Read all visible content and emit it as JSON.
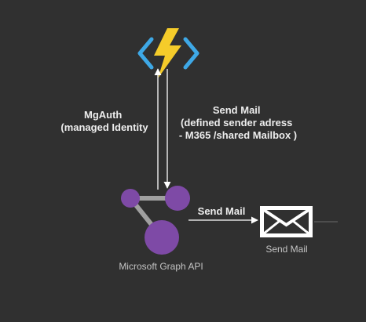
{
  "colors": {
    "background": "#303030",
    "azure_brackets": "#3ea8e6",
    "bolt": "#f5cc2a",
    "graph_purple": "#7e4aa6",
    "graph_connector": "#a0a0a0",
    "arrow": "#ffffff",
    "label_bold": "#ededed",
    "label_plain": "#c4c4c4"
  },
  "nodes": {
    "azure_function": {
      "icon": "azure-functions-icon"
    },
    "graph_api": {
      "icon": "microsoft-graph-icon",
      "label": "Microsoft Graph API"
    },
    "send_mail_target": {
      "icon": "envelope-icon",
      "label": "Send Mail"
    }
  },
  "edges": {
    "auth": {
      "label_lines": [
        "MgAuth",
        "(managed Identity"
      ]
    },
    "send_request": {
      "label_lines": [
        "Send Mail",
        "(defined sender adress",
        "- M365 /shared  Mailbox )"
      ]
    },
    "deliver": {
      "label": "Send Mail"
    }
  }
}
